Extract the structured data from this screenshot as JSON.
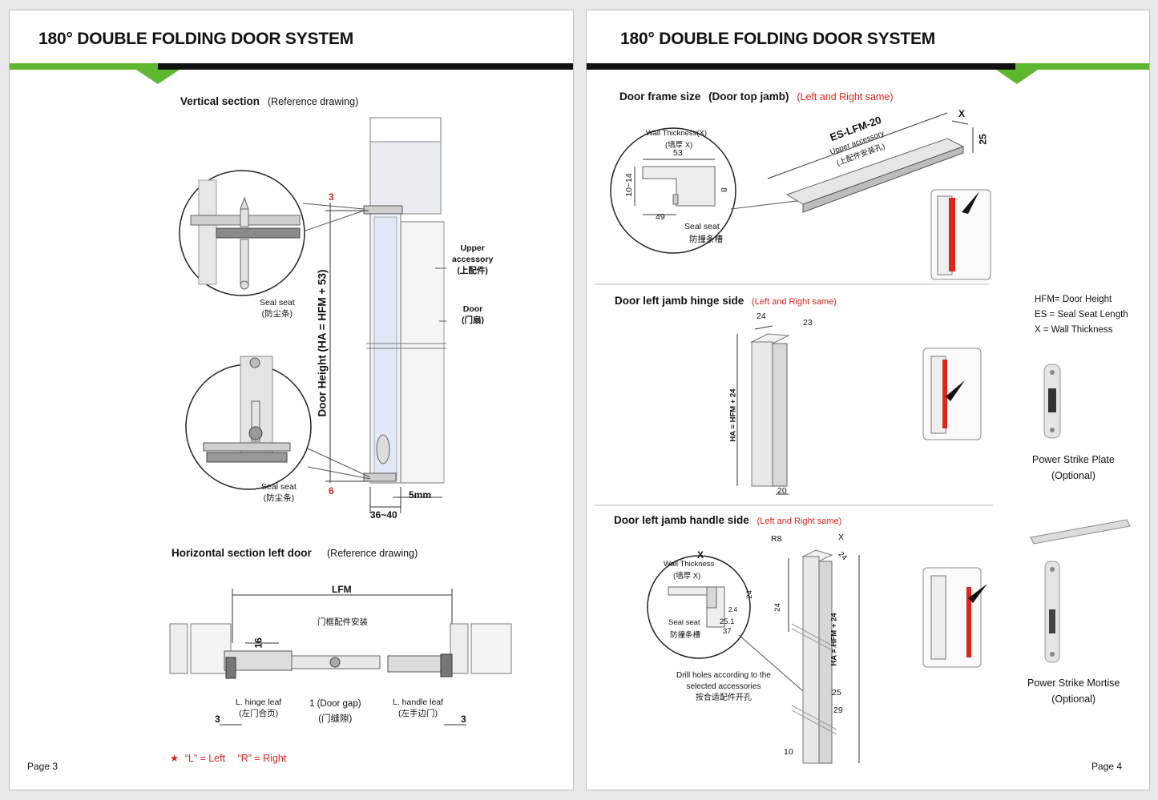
{
  "left_page": {
    "title": "180° DOUBLE FOLDING DOOR SYSTEM",
    "page_label": "Page 3",
    "vertical_section": {
      "heading": "Vertical section",
      "note": "(Reference drawing)",
      "seal_seat_top": [
        "Seal seat",
        "(防尘条)"
      ],
      "seal_seat_bottom": [
        "Seal seat",
        "(防尘条)"
      ],
      "upper_accessory": [
        "Upper",
        "accessory",
        "(上配件)"
      ],
      "door": [
        "Door",
        "(门扇)"
      ],
      "door_height": "Door Height (HA = HFM + 53)",
      "dim_top": "3",
      "dim_bottom": "6",
      "dim_5mm": "5mm",
      "dim_width": "36~40"
    },
    "horizontal_section": {
      "heading": "Horizontal section left door",
      "note": "(Reference drawing)",
      "lfm": "LFM",
      "install_cn": "门框配件安装",
      "dim_16": "16",
      "hinge_leaf": [
        "L. hinge leaf",
        "(左门合页)"
      ],
      "door_gap": [
        "1 (Door gap)",
        "(门缝隙)"
      ],
      "handle_leaf": [
        "L. handle leaf",
        "(左手边门)"
      ],
      "dim_left": "3",
      "dim_right": "3"
    },
    "footnote_star": "★",
    "footnote_left": "“L” = Left",
    "footnote_right": "“R” = Right"
  },
  "right_page": {
    "title": "180° DOUBLE FOLDING DOOR SYSTEM",
    "page_label": "Page 4",
    "frame_size": {
      "heading": "Door frame size",
      "sub": "(Door top jamb)",
      "note": "(Left and Right same)",
      "wall_thickness": "Wall Thickness(X)",
      "wall_cn": "(墙厚 X)",
      "dim_53": "53",
      "dim_10_14": "10~14",
      "dim_8": "8",
      "dim_49": "49",
      "seal_seat": "Seal seat",
      "seal_seat_cn": "防撞条槽",
      "es_label": "ES-LFM-20",
      "upper_accessory": "Upper accessory",
      "upper_accessory_cn": "(上配件安装孔)",
      "dim_x": "X",
      "dim_25": "25"
    },
    "hinge_side": {
      "heading": "Door left jamb hinge side",
      "note": "(Left and Right same)",
      "dim_24": "24",
      "dim_23": "23",
      "ha": "HA = HFM + 24",
      "dim_20": "20"
    },
    "handle_side": {
      "heading": "Door left jamb handle side",
      "note": "(Left and Right same)",
      "r8": "R8",
      "x": "X",
      "wall_thickness": "Wall Thickness",
      "wall_cn": "(墙厚 X)",
      "dim_24a": "24",
      "dim_24b": "24",
      "dim_24c": "24",
      "dim_2_4": "2.4",
      "dim_25_1": "25.1",
      "dim_37": "37",
      "seal_seat": "Seal seat",
      "seal_seat_cn": "防撞条槽",
      "ha": "HA = HFM + 24",
      "drill": [
        "Drill holes according to the",
        "selected accessories",
        "按合适配件开孔"
      ],
      "dim_25": "25",
      "dim_29": "29",
      "dim_10": "10"
    },
    "legend": [
      "HFM= Door Height",
      "ES = Seal Seat Length",
      "X = Wall Thickness"
    ],
    "strike_plate": [
      "Power Strike Plate",
      "(Optional)"
    ],
    "strike_mortise": [
      "Power Strike Mortise",
      "(Optional)"
    ]
  },
  "colors": {
    "green": "#5db830",
    "black": "#111111",
    "red": "#e2231a"
  }
}
